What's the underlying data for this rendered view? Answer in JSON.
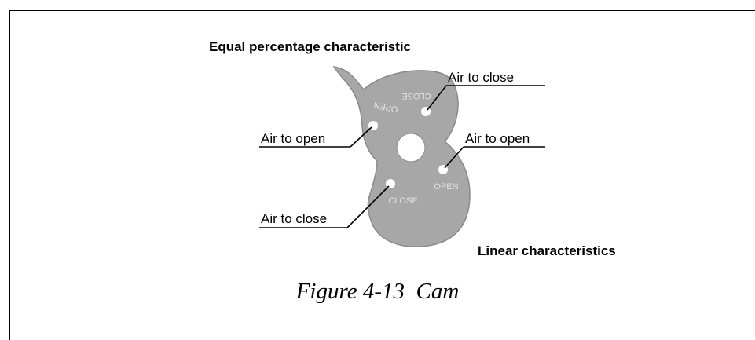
{
  "figure": {
    "caption": "Figure 4-13  Cam",
    "title_top": "Equal percentage characteristic",
    "title_bottom": "Linear characteristics"
  },
  "callouts": {
    "air_to_close_top": "Air to close",
    "air_to_open_left": "Air to open",
    "air_to_open_right": "Air to open",
    "air_to_close_bottom": "Air to close"
  },
  "cam_markings": {
    "close_top": "CLOSE",
    "open_top": "OPEN",
    "open_right": "OPEN",
    "close_bottom": "CLOSE"
  },
  "colors": {
    "cam_fill": "#a7a7a7",
    "cam_edge": "#8a8a8a",
    "marking": "#e2e2e2"
  }
}
